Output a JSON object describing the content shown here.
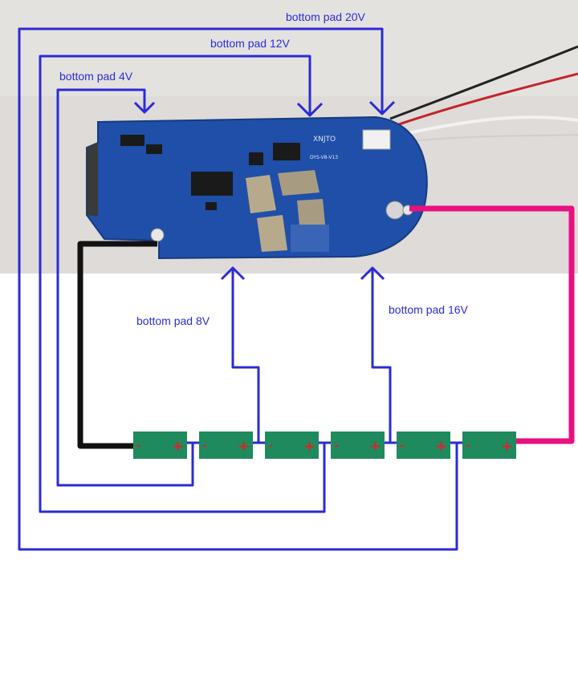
{
  "labels": {
    "pad20": "bottom pad 20V",
    "pad12": "bottom pad 12V",
    "pad4": "bottom pad 4V",
    "pad8": "bottom pad 8V",
    "pad16": "bottom pad 16V"
  },
  "pcb": {
    "brand": "XNJTO",
    "model": "DYS-V8-V13"
  },
  "cells": [
    {
      "neg": "-",
      "pos": "+"
    },
    {
      "neg": "-",
      "pos": "+"
    },
    {
      "neg": "-",
      "pos": "+"
    },
    {
      "neg": "-",
      "pos": "+"
    },
    {
      "neg": "-",
      "pos": "+"
    },
    {
      "neg": "-",
      "pos": "+"
    }
  ],
  "colors": {
    "tap_wire": "#2b2bd6",
    "negative_wire": "#111111",
    "positive_wire": "#e8107f",
    "cell": "#1f8a5e",
    "pcb": "#1f4fa8",
    "photo_background": "#dedbd8"
  }
}
